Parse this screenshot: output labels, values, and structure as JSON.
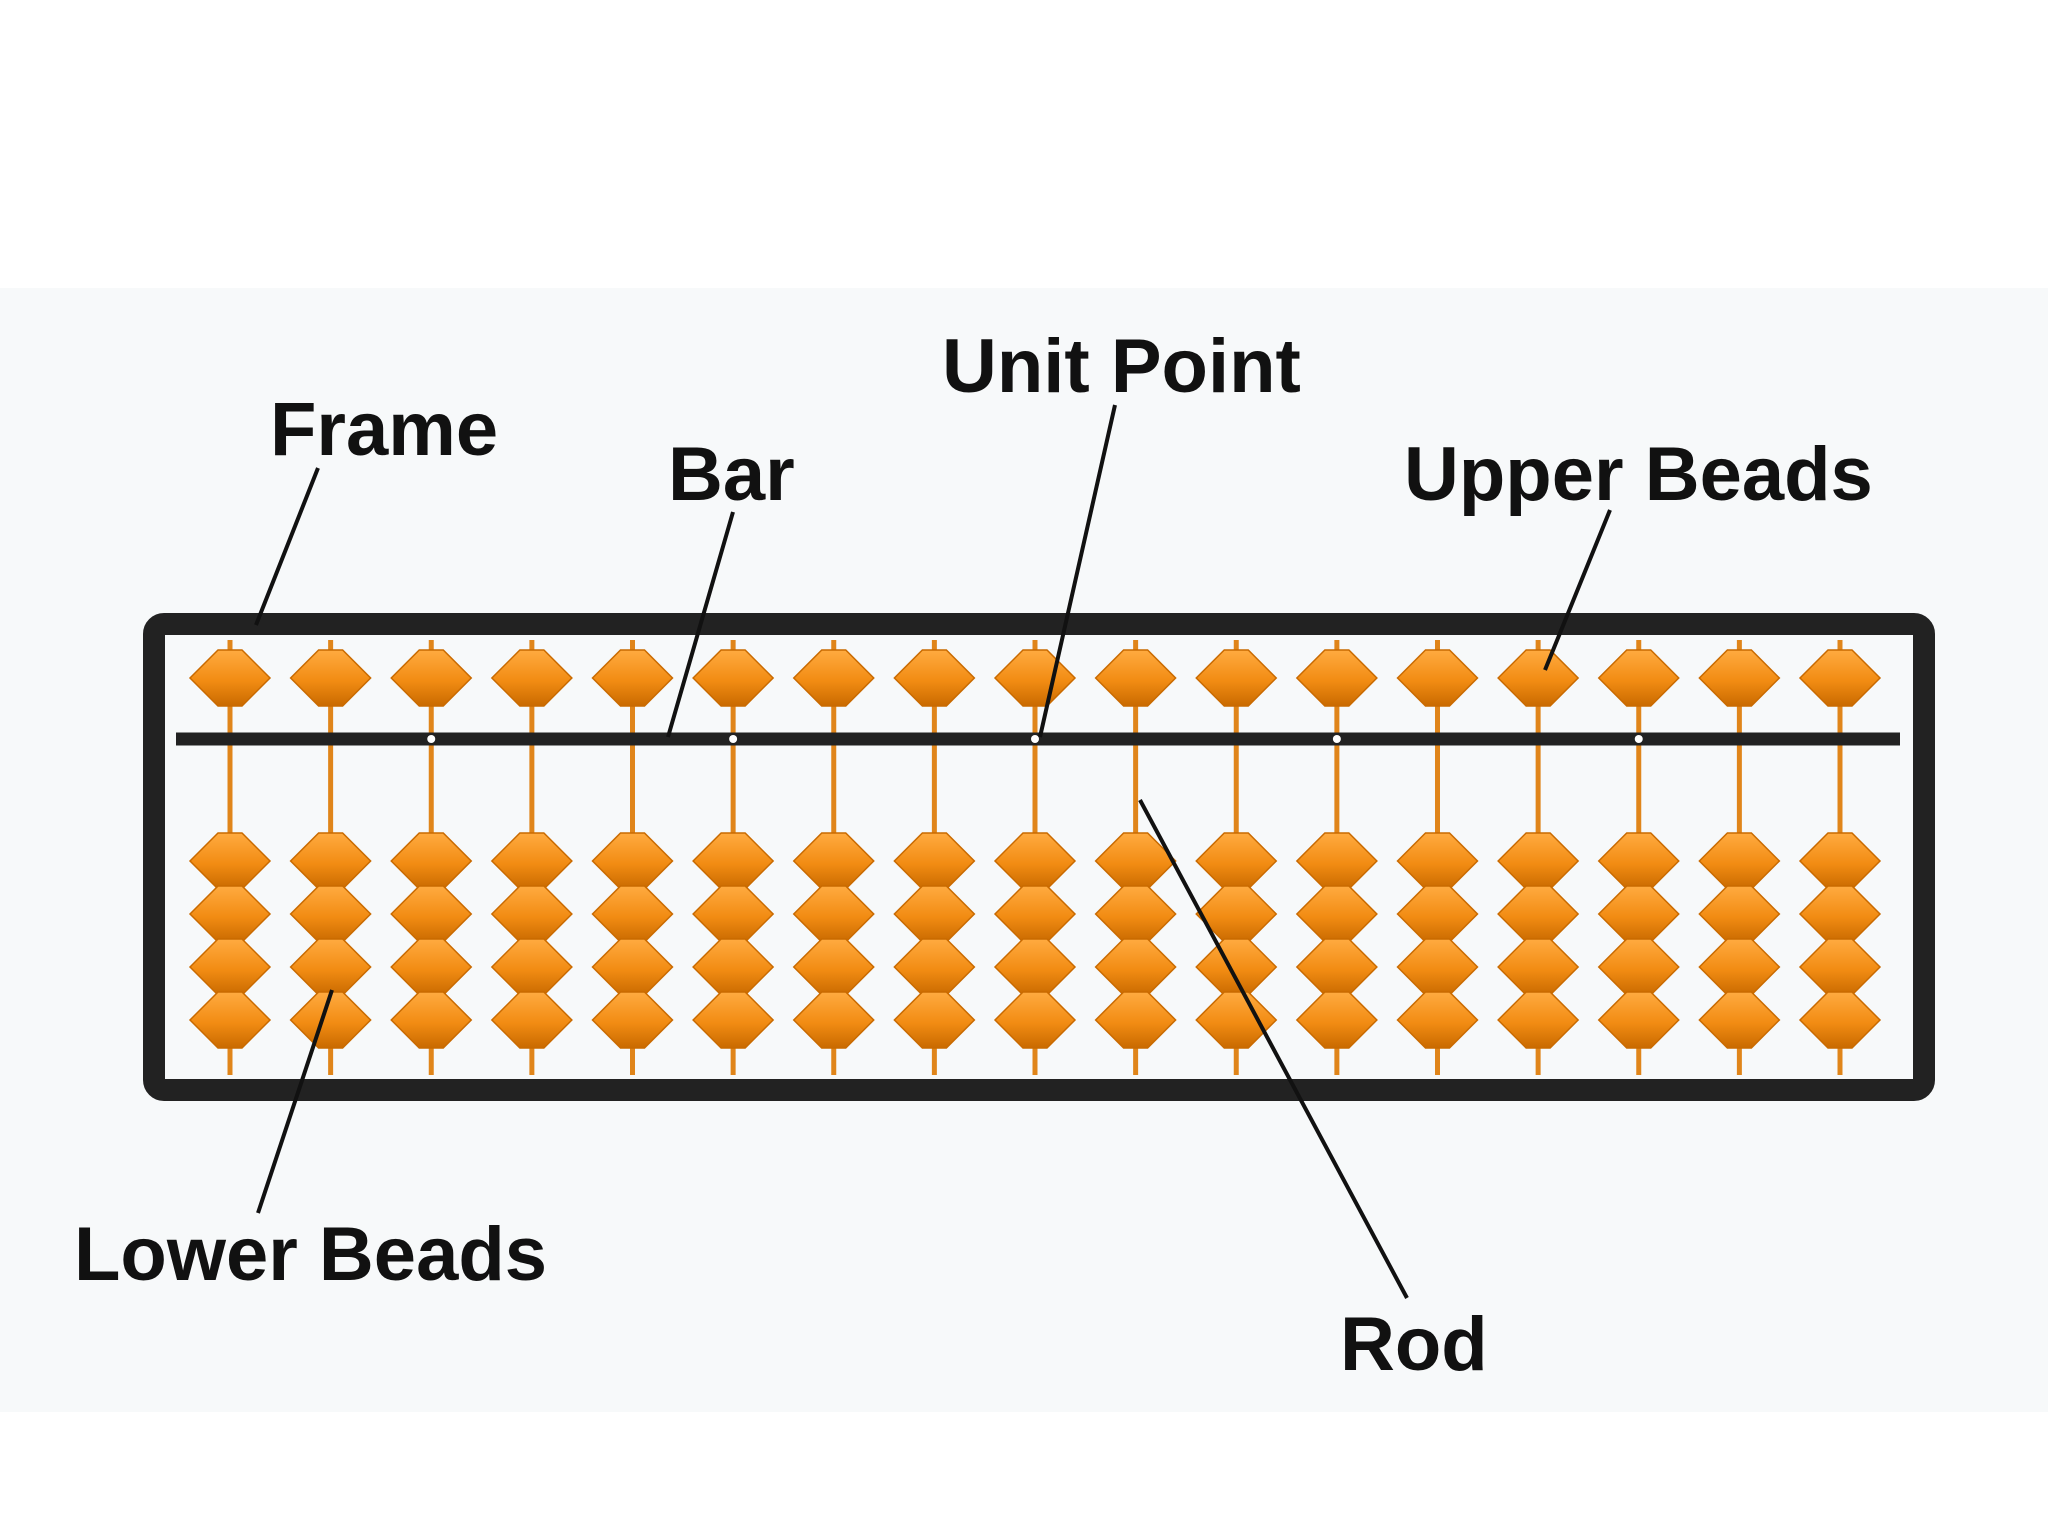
{
  "labels": {
    "frame": "Frame",
    "bar": "Bar",
    "unit_point": "Unit Point",
    "upper_beads": "Upper Beads",
    "lower_beads": "Lower Beads",
    "rod": "Rod"
  },
  "abacus": {
    "rod_count": 17,
    "upper_beads_per_rod": 1,
    "lower_beads_per_rod": 4,
    "unit_point_rods": [
      3,
      6,
      9,
      12,
      15
    ]
  },
  "colors": {
    "background": "#ffffff",
    "panel": "#f7f9fa",
    "frame": "#222222",
    "bead_light": "#ffab40",
    "bead_mid": "#f28c13",
    "bead_dark": "#c96a00",
    "rod": "#e0851a",
    "leader_line": "#111111",
    "unit_point": "#ffffff"
  }
}
